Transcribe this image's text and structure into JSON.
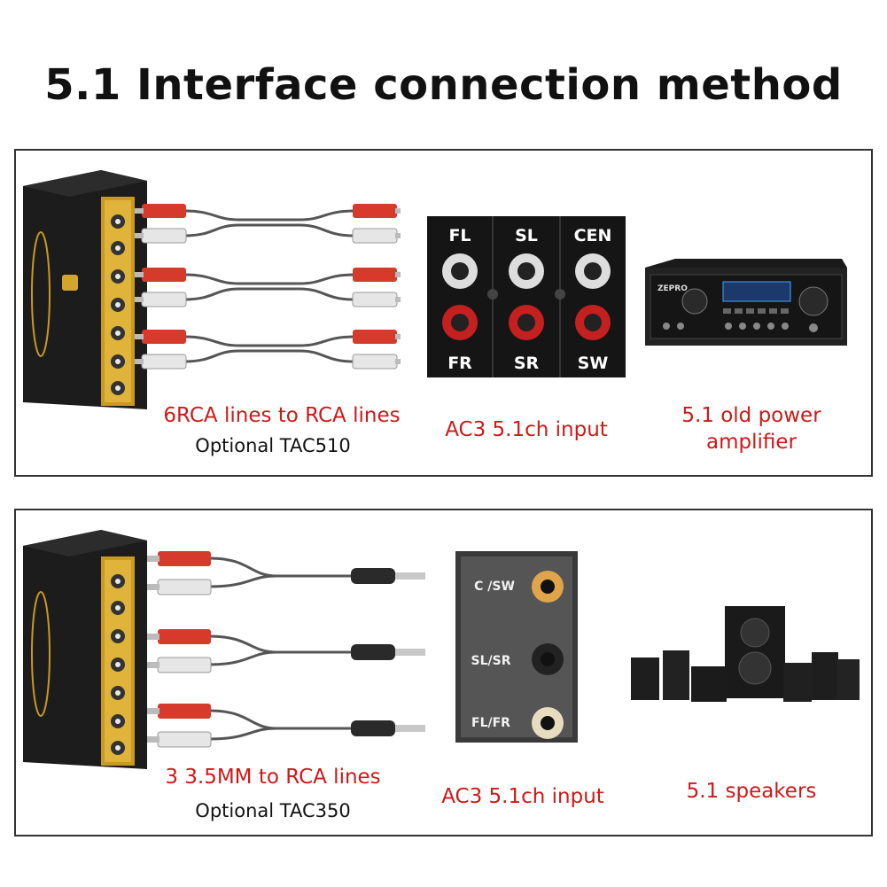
{
  "title": "5.1 Interface connection method",
  "panel1": {
    "cable_caption": "6RCA lines to RCA lines",
    "cable_option": "Optional TAC510",
    "input_caption": "AC3 5.1ch input",
    "device_caption_line1": "5.1 old power",
    "device_caption_line2": "amplifier",
    "jack_labels_top": [
      "FL",
      "SL",
      "CEN"
    ],
    "jack_labels_bottom": [
      "FR",
      "SR",
      "SW"
    ],
    "amp_brand": "ZEPRO"
  },
  "panel2": {
    "cable_caption": "3 3.5MM to RCA lines",
    "cable_option": "Optional TAC350",
    "input_caption": "AC3 5.1ch input",
    "device_caption": "5.1 speakers",
    "jack_labels": [
      "C /SW",
      "SL/SR",
      "FL/FR"
    ]
  },
  "colors": {
    "accent_red": "#d01818",
    "gold": "#d4a52c",
    "plug_red": "#d63a2a",
    "plug_white": "#e6e6e6"
  }
}
